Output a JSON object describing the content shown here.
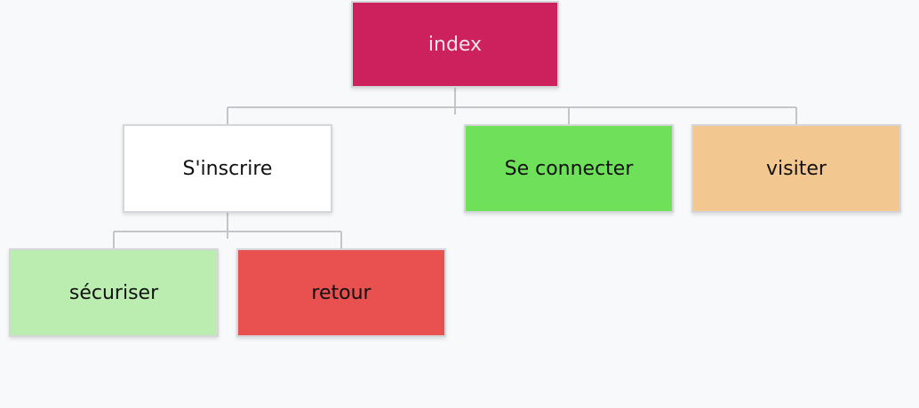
{
  "sitemap": {
    "nodes": {
      "index": {
        "label": "index",
        "fill": "#cc215c",
        "text_color": "#f3e3ea"
      },
      "sinscrire": {
        "label": "S'inscrire",
        "fill": "#ffffff",
        "text_color": "#111111"
      },
      "connecter": {
        "label": "Se connecter",
        "fill": "#6fe05a",
        "text_color": "#111111"
      },
      "visiter": {
        "label": "visiter",
        "fill": "#f2c890",
        "text_color": "#111111"
      },
      "securiser": {
        "label": "sécuriser",
        "fill": "#bbedb0",
        "text_color": "#111111"
      },
      "retour": {
        "label": "retour",
        "fill": "#e85150",
        "text_color": "#111111"
      }
    },
    "edges": [
      [
        "index",
        "sinscrire"
      ],
      [
        "index",
        "connecter"
      ],
      [
        "index",
        "visiter"
      ],
      [
        "sinscrire",
        "securiser"
      ],
      [
        "sinscrire",
        "retour"
      ]
    ],
    "connector_color": "#c3c5c9"
  }
}
